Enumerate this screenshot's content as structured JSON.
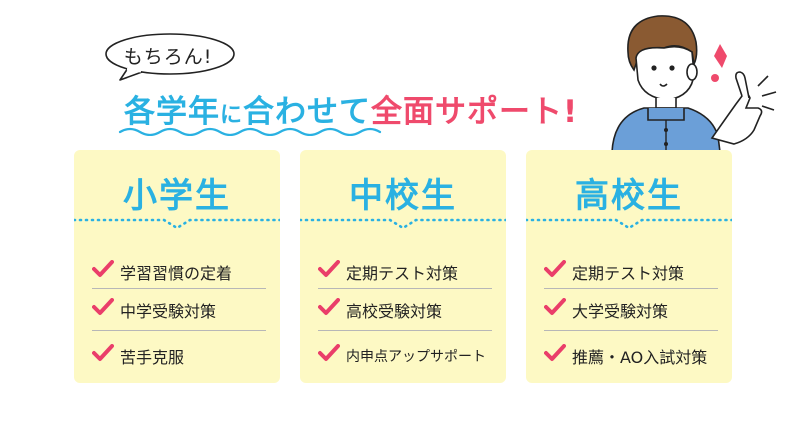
{
  "bubble": {
    "text": "もちろん!"
  },
  "headline": {
    "part1": "各学年",
    "part2": "に",
    "part3": "合わせて",
    "part4": "全面サポート!"
  },
  "colors": {
    "blue": "#2ab1e2",
    "red": "#ef4a6c",
    "card_bg": "#fdf9c4",
    "check": "#ea3e6a"
  },
  "cards": [
    {
      "title": "小学生",
      "items": [
        "学習習慣の定着",
        "中学受験対策",
        "苦手克服"
      ]
    },
    {
      "title": "中校生",
      "items": [
        "定期テスト対策",
        "高校受験対策",
        "内申点アップサポート"
      ]
    },
    {
      "title": "高校生",
      "items": [
        "定期テスト対策",
        "大学受験対策",
        "推薦・AO入試対策"
      ]
    }
  ]
}
